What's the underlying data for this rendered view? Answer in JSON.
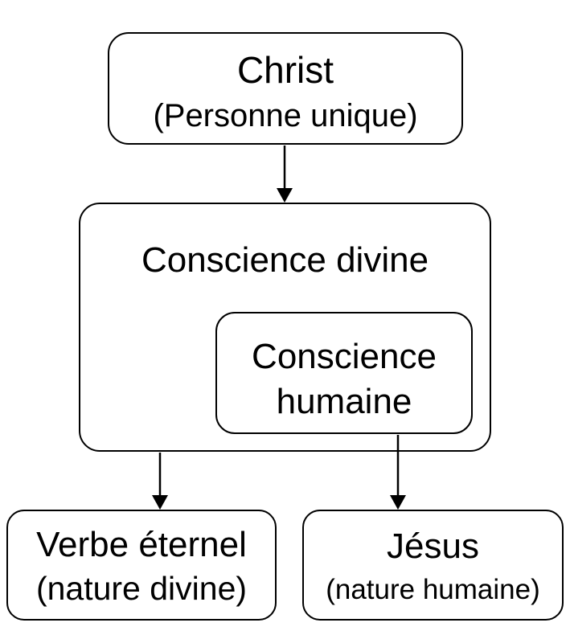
{
  "diagram": {
    "christ": {
      "title": "Christ",
      "subtitle": "(Personne unique)"
    },
    "divine_consciousness": {
      "title": "Conscience divine"
    },
    "human_consciousness": {
      "line1": "Conscience",
      "line2": "humaine"
    },
    "verbe": {
      "title": "Verbe éternel",
      "subtitle": "(nature divine)"
    },
    "jesus": {
      "title": "Jésus",
      "subtitle": "(nature humaine)"
    },
    "colors": {
      "stroke": "#000000",
      "background": "#ffffff"
    }
  }
}
